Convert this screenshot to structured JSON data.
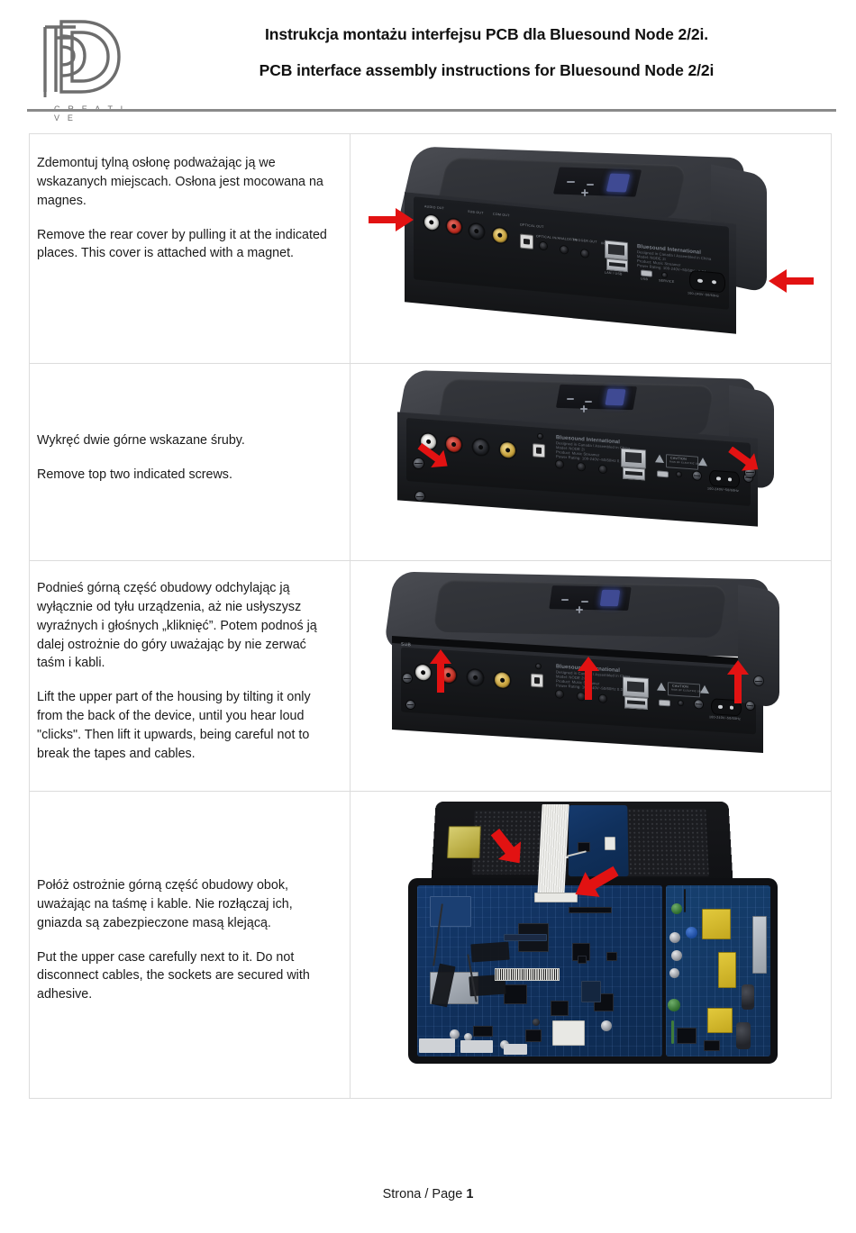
{
  "header": {
    "logo_caption": "C R E A T I V E",
    "logo_mark": "PD monogram",
    "title_pl": "Instrukcja montażu interfejsu PCB dla Bluesound Node 2/2i.",
    "title_en": "PCB interface assembly instructions for Bluesound Node 2/2i"
  },
  "steps": [
    {
      "text_pl": "Zdemontuj tylną osłonę podważając ją we wskazanych miejscach. Osłona jest mocowana na magnes.",
      "text_en": "Remove the rear cover by pulling it at the indicated places. This cover is attached with a magnet.",
      "image_alt": "Bluesound Node rear panel with cover, two horizontal red arrows pointing at left and right cover edges",
      "arrow_count": 2,
      "arrow_color": "#E21212"
    },
    {
      "text_pl": "Wykręć dwie górne wskazane śruby.",
      "text_en": "Remove top  two indicated screws.",
      "image_alt": "Bluesound Node rear panel with cover removed, two diagonal red arrows pointing at the top two screws",
      "arrow_count": 2,
      "arrow_color": "#E21212"
    },
    {
      "text_pl": "Podnieś górną część obudowy odchylając ją wyłącznie od tyłu urządzenia, aż nie usłyszysz wyraźnych i głośnych „kliknięć”. Potem podnoś ją dalej ostrożnie do góry uważając by nie zerwać taśm i kabli.",
      "text_en": "Lift the upper part of the housing by tilting it only from the back of the device, until you hear loud \"clicks\". Then lift it upwards, being careful not to break the tapes and cables.",
      "image_alt": "Bluesound Node with upper housing separated, three vertical red arrows pointing upward along the rear seam",
      "arrow_count": 3,
      "arrow_color": "#E21212"
    },
    {
      "text_pl": "Połóż ostrożnie górną część obudowy obok, uważając na taśmę i kable. Nie rozłączaj ich, gniazda są zabezpieczone masą klejącą.",
      "text_en": "Put the upper case carefully next to it. Do not disconnect cables, the sockets are secured with adhesive.",
      "image_alt": "Opened Bluesound Node showing the blue main PCB, white ribbon cable and power supply board, two diagonal red arrows pointing at the ribbon connector and antenna cable",
      "arrow_count": 2,
      "arrow_color": "#E21212"
    }
  ],
  "device_labels": {
    "audio_out": "AUDIO OUT",
    "sub_out": "SUB OUT",
    "com_out": "COM OUT",
    "optical_out": "OPTICAL OUT",
    "analog_in": "OPTICAL IN / ANALOG IN",
    "trigger_out": "TRIGGER OUT",
    "ir_in": "IR IN",
    "lan_usb": "LAN / USB",
    "usb": "USB",
    "service": "SERVICE",
    "mains": "100-240V~50/60Hz",
    "brand": "Bluesound International",
    "caution": "CAUTION"
  },
  "footer": {
    "page_prefix": "Strona / Page",
    "page_number": "1"
  },
  "colors": {
    "arrow_red": "#E21212",
    "rule_grey": "#8A8A8A",
    "table_border": "#DCDCDC",
    "logo_grey": "#6D6D6D",
    "pcb_blue": "#123463"
  }
}
